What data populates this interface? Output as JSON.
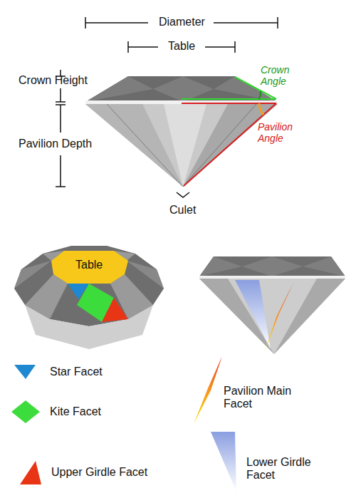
{
  "diagram": {
    "labels": [
      "Diameter",
      "Table",
      "Crown Height",
      "Crown Angle",
      "Pavilion Angle",
      "Pavilion Depth",
      "Culet",
      "Table"
    ],
    "legend": [
      {
        "text": "Star Facet",
        "color": "#1e88d0"
      },
      {
        "text": "Kite Facet",
        "color": "#3ddc3d"
      },
      {
        "text": "Upper Girdle Facet",
        "color": "#e83515"
      },
      {
        "text": "Pavilion Main Facet"
      },
      {
        "text": "Lower Girdle Facet"
      }
    ]
  }
}
